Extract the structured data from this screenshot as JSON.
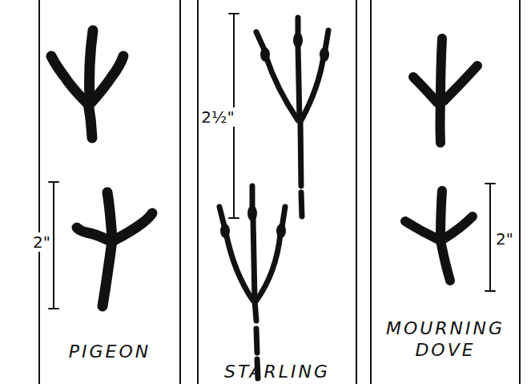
{
  "diagram": {
    "nodes": [
      {
        "text": [
          "PIGEON"
        ]
      },
      {
        "text": [
          "STARLING"
        ]
      },
      {
        "text": [
          "MOURNING DOVE"
        ]
      }
    ],
    "labels": [
      "2\"",
      "2½\"",
      "2\""
    ]
  }
}
